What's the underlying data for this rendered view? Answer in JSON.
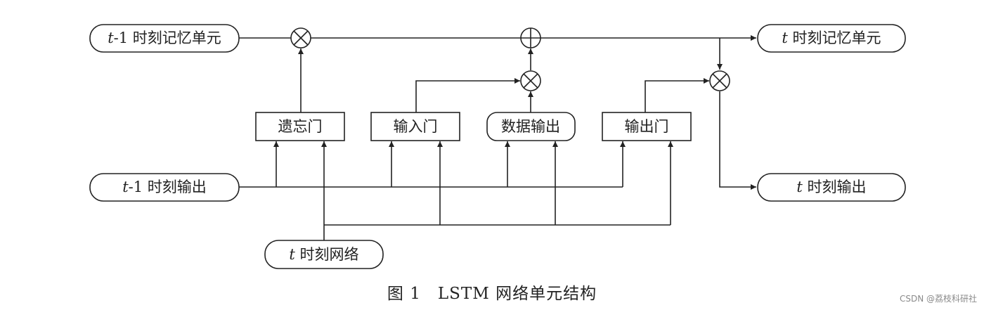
{
  "nodes": {
    "cell_prev": {
      "var": "t",
      "text": "-1 时刻记忆单元"
    },
    "cell_next": {
      "var": "t",
      "text": " 时刻记忆单元"
    },
    "out_prev": {
      "var": "t",
      "text": "-1 时刻输出"
    },
    "out_next": {
      "var": "t",
      "text": " 时刻输出"
    },
    "net_input": {
      "var": "t",
      "text": " 时刻网络"
    },
    "forget_gate": "遗忘门",
    "input_gate": "输入门",
    "data_output": "数据输出",
    "output_gate": "输出门"
  },
  "caption": "图 1　LSTM 网络单元结构",
  "watermark": "CSDN @荔枝科研社"
}
